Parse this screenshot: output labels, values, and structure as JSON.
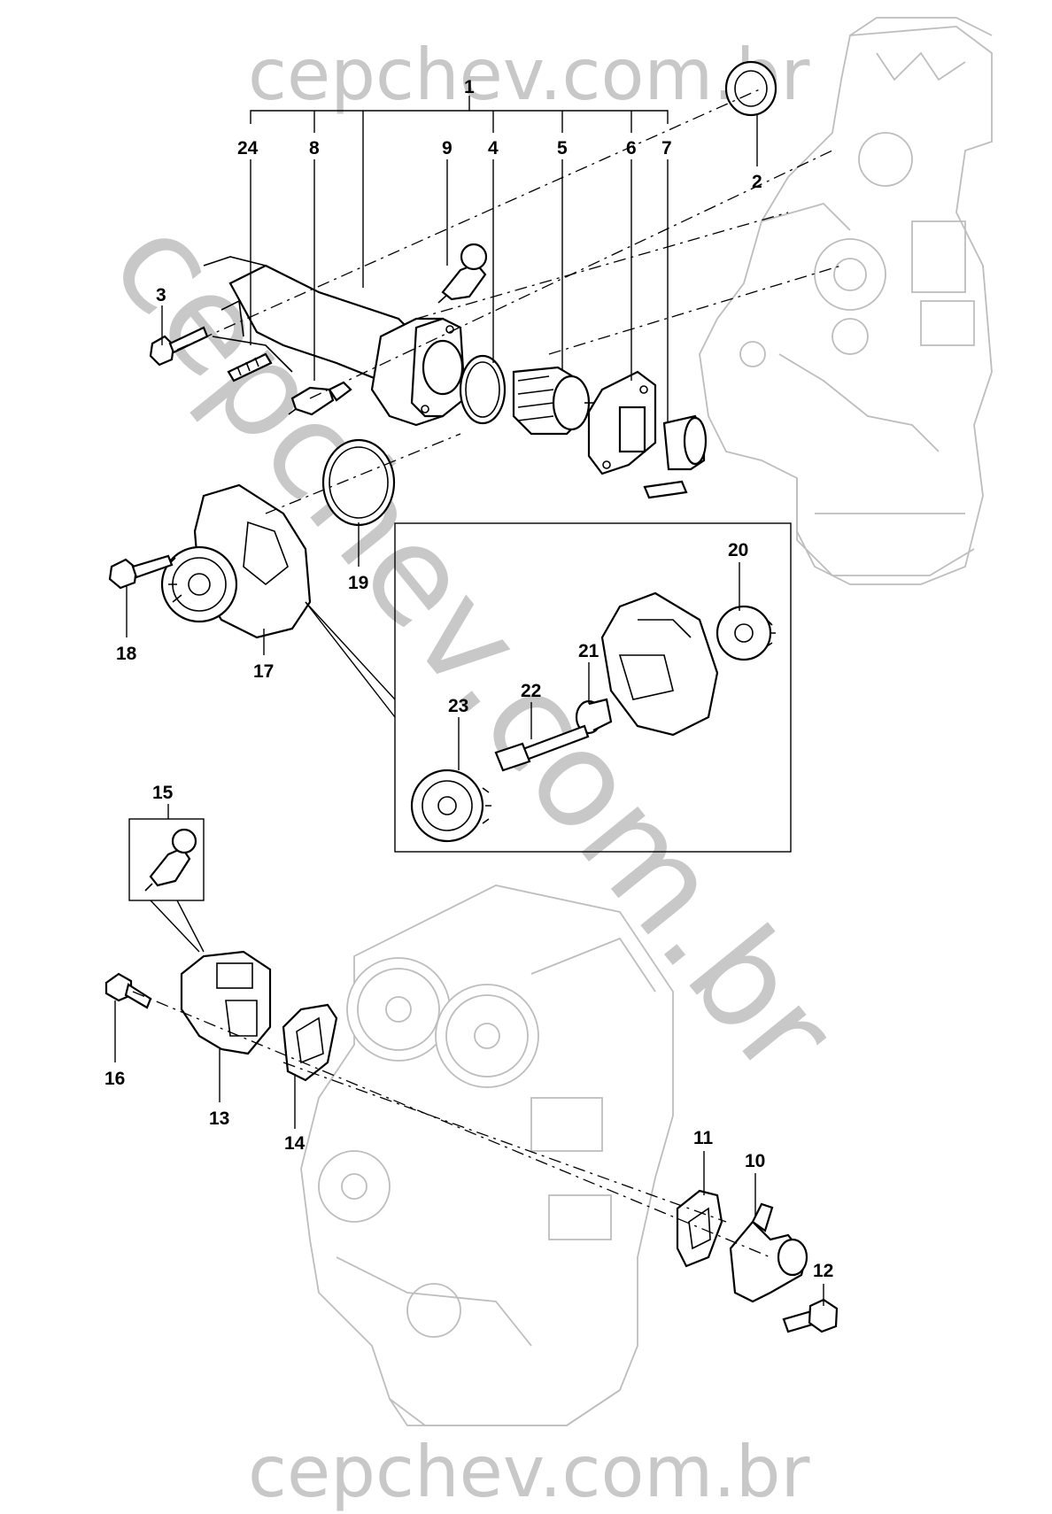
{
  "watermark": {
    "top": "cepchev.com.br",
    "bottom": "cepchev.com.br",
    "diagonal": "cepchev.com.br"
  },
  "callouts": {
    "c1": "1",
    "c2": "2",
    "c3": "3",
    "c4": "4",
    "c5": "5",
    "c6": "6",
    "c7": "7",
    "c8": "8",
    "c9": "9",
    "c10": "10",
    "c11": "11",
    "c12": "12",
    "c13": "13",
    "c14": "14",
    "c15": "15",
    "c16": "16",
    "c17": "17",
    "c18": "18",
    "c19": "19",
    "c20": "20",
    "c21": "21",
    "c22": "22",
    "c23": "23",
    "c24": "24"
  }
}
